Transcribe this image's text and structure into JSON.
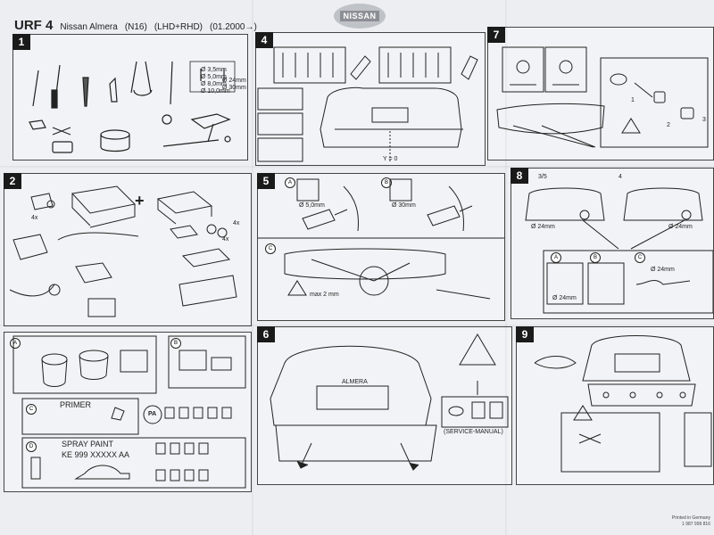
{
  "header": {
    "doc_code": "URF 4",
    "model": "Nissan Almera",
    "model_code": "(N16)",
    "drive": "(LHD+RHD)",
    "date": "(01.2000→)",
    "brand": "NISSAN"
  },
  "steps": {
    "s1": "1",
    "s2": "2",
    "s3_a": "A",
    "s3_b": "B",
    "s3_c": "C",
    "s3_d": "D",
    "s4": "4",
    "s5": "5",
    "s5_a": "A",
    "s5_b": "B",
    "s5_c": "C",
    "s6": "6",
    "s7": "7",
    "s8": "8",
    "s9": "9"
  },
  "panel1": {
    "drill_1": "Ø 3,5mm",
    "drill_2": "Ø 5,0mm",
    "drill_3": "Ø 8,0mm",
    "drill_4": "Ø 10,0mm",
    "drill_5": "Ø 24mm",
    "drill_6": "Ø 30mm"
  },
  "panel2": {
    "qty_sensors": "4x",
    "qty_rings": "4x",
    "qty_caps": "4x",
    "plus": "+"
  },
  "panel3": {
    "primer": "PRIMER",
    "pa": "PA",
    "spray_paint": "SPRAY PAINT",
    "paint_code": "KE 999 XXXXX AA"
  },
  "panel4": {
    "axis": "Y = 0"
  },
  "panel5": {
    "drill_a": "Ø 5,0mm",
    "drill_b": "Ø 30mm",
    "max": "max 2 mm"
  },
  "panel6": {
    "service_manual": "(SERVICE-MANUAL)",
    "car_badge": "ALMERA"
  },
  "panel7": {
    "step_1": "1",
    "step_2": "2",
    "step_3": "3"
  },
  "panel8": {
    "variant_a": "3/5",
    "variant_b": "4",
    "dia_left": "Ø 24mm",
    "dia_right": "Ø 24mm",
    "dia_a": "Ø 24mm",
    "dia_c": "Ø 24mm",
    "opt_a": "A",
    "opt_b": "B",
    "opt_c": "C"
  },
  "footer": {
    "printed": "Printed in Germany",
    "part": "1 987 999 816"
  }
}
